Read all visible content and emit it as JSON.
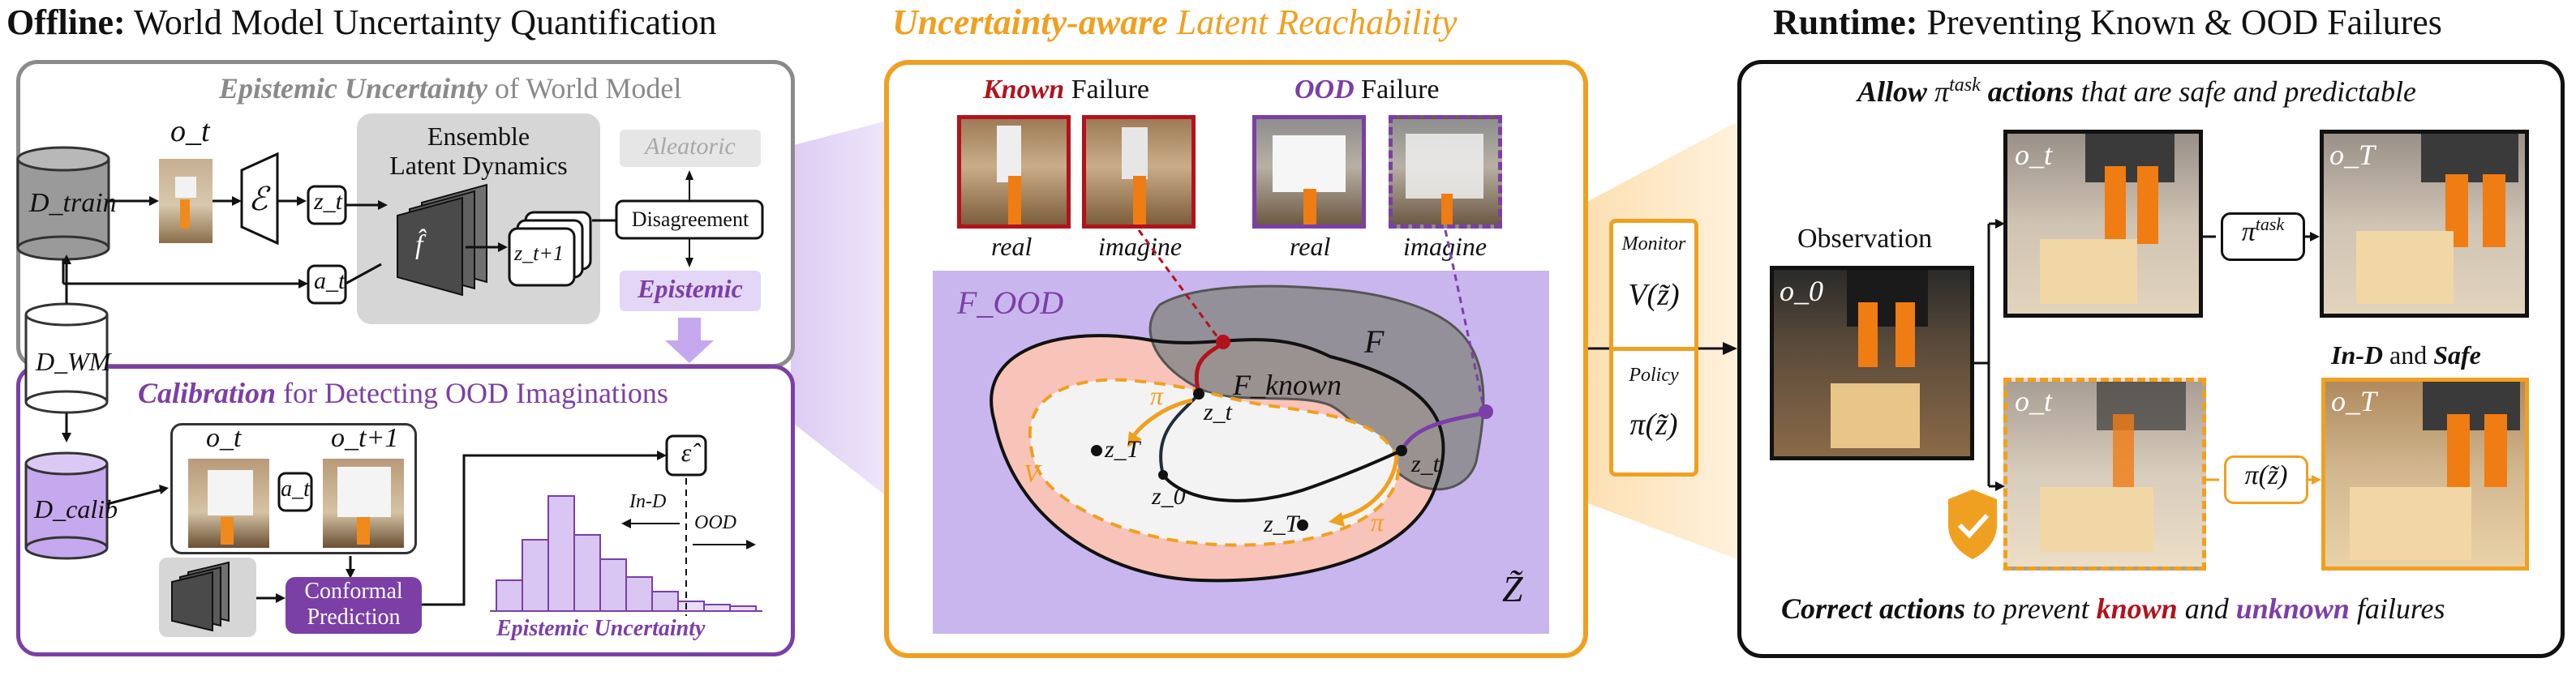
{
  "colors": {
    "purple": "#7b3fa6",
    "orange": "#f0a020",
    "red": "#b3121c",
    "gray": "#8a8a8a",
    "lavender": "#c9b6ee",
    "salmon": "#f8c3b8",
    "dark_gray": "#9a9a9a"
  },
  "offline": {
    "title_bold": "Offline:",
    "title_rest": "World Model Uncertainty Quantification",
    "epistemic_title_bold": "Epistemic Uncertainty",
    "epistemic_title_rest": "of World Model",
    "o_t": "o_t",
    "d_train": "D_train",
    "encoder": "ℰ",
    "z_t": "z_t",
    "a_t": "a_t",
    "ensemble_label_line1": "Ensemble",
    "ensemble_label_line2": "Latent Dynamics",
    "f_hat": "f̂",
    "z_next": "z_t+1",
    "disagreement": "Disagreement",
    "aleatoric": "Aleatoric",
    "epistemic": "Epistemic",
    "d_wm": "D_WM",
    "calibration_bold": "Calibration",
    "calibration_rest": "for Detecting OOD Imaginations",
    "d_calib": "D_calib",
    "o_t_calib": "o_t",
    "o_t1_calib": "o_t+1",
    "a_t_calib": "a_t",
    "conformal_line1": "Conformal",
    "conformal_line2": "Prediction",
    "eps_hat": "ε̂",
    "in_d": "In-D",
    "ood": "OOD",
    "epistemic_uncertainty": "Epistemic Uncertainty"
  },
  "middle": {
    "title_bold": "Uncertainty-aware",
    "title_rest": "Latent Reachability",
    "known_bold": "Known",
    "known_rest": "Failure",
    "ood_bold": "OOD",
    "ood_rest": "Failure",
    "caption_real1": "real",
    "caption_imagine1": "imagine",
    "caption_real2": "real",
    "caption_imagine2": "imagine",
    "f_ood": "F_OOD",
    "f_known": "F_known",
    "f": "F",
    "z_tilde": "Z̃",
    "pi_shield": "π",
    "v_shield": "V",
    "zT": "z_T",
    "zt": "z_t",
    "z0": "z_0"
  },
  "connector": {
    "monitor": "Monitor",
    "monitor_expr": "V(z̃)",
    "policy": "Policy",
    "policy_expr": "π(z̃)"
  },
  "runtime": {
    "title_bold": "Runtime:",
    "title_rest": "Preventing Known & OOD Failures",
    "allow_bold": "Allow",
    "allow_pi": "π",
    "allow_task": "task",
    "allow_actions": "actions",
    "allow_rest": "that are safe and predictable",
    "observation": "Observation",
    "o0": "o_0",
    "ot_top": "o_t",
    "oT_top": "o_T",
    "ot_bot": "o_t",
    "oT_bot": "o_T",
    "pi_task_pi": "π",
    "pi_task_sup": "task",
    "pi_shield_expr": "π(z̃)",
    "ind_bold": "In-D",
    "and": "and",
    "safe_bold": "Safe",
    "correct_bold": "Correct actions",
    "correct_rest1": "to prevent",
    "known_word": "known",
    "and2": "and",
    "unknown_word": "unknown",
    "correct_rest2": "failures"
  }
}
